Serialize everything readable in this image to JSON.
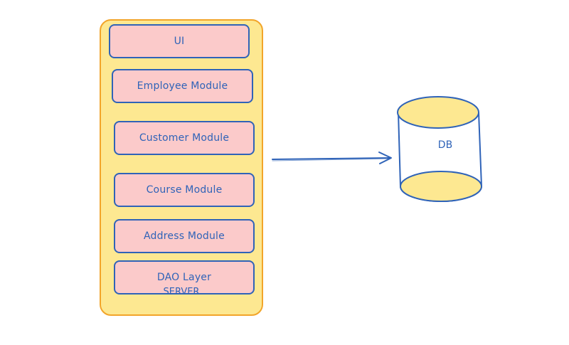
{
  "server": {
    "label": "SERVER",
    "modules": [
      {
        "label": "UI"
      },
      {
        "label": "Employee Module"
      },
      {
        "label": "Customer Module"
      },
      {
        "label": "Course Module"
      },
      {
        "label": "Address Module"
      },
      {
        "label": "DAO Layer"
      }
    ]
  },
  "database": {
    "label": "DB"
  },
  "colors": {
    "server_fill": "#fde891",
    "server_stroke": "#f2a52a",
    "module_fill": "#fbcaca",
    "stroke": "#2f63b8"
  }
}
